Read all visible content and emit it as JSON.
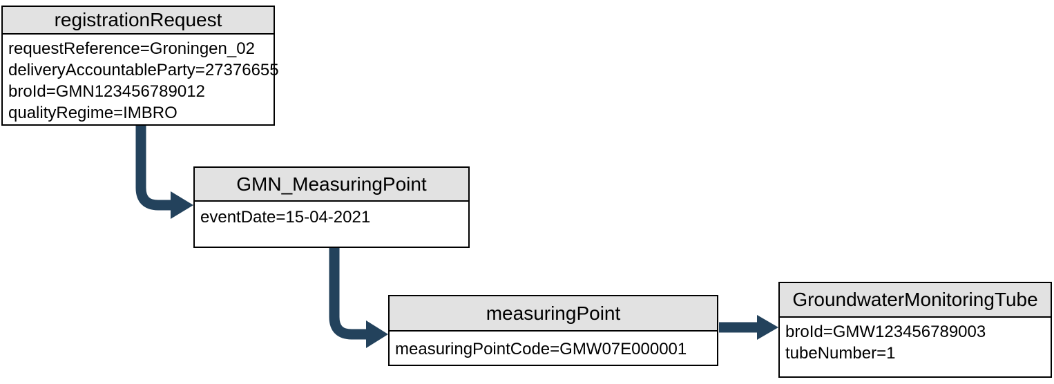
{
  "diagram": {
    "background_color": "#ffffff",
    "node_header_bg": "#e2e2e2",
    "node_border_color": "#000000",
    "arrow_color": "#23425c",
    "nodes": [
      {
        "title": "registrationRequest",
        "attributes": [
          "requestReference=Groningen_02",
          "deliveryAccountableParty=27376655",
          "broId=GMN123456789012",
          "qualityRegime=IMBRO"
        ]
      },
      {
        "title": "GMN_MeasuringPoint",
        "attributes": [
          "eventDate=15-04-2021"
        ]
      },
      {
        "title": "measuringPoint",
        "attributes": [
          "measuringPointCode=GMW07E000001"
        ]
      },
      {
        "title": "GroundwaterMonitoringTube",
        "attributes": [
          "broId=GMW123456789003",
          "tubeNumber=1"
        ]
      }
    ],
    "edges": [
      {
        "from": "registrationRequest",
        "to": "GMN_MeasuringPoint"
      },
      {
        "from": "GMN_MeasuringPoint",
        "to": "measuringPoint"
      },
      {
        "from": "measuringPoint",
        "to": "GroundwaterMonitoringTube"
      }
    ]
  }
}
